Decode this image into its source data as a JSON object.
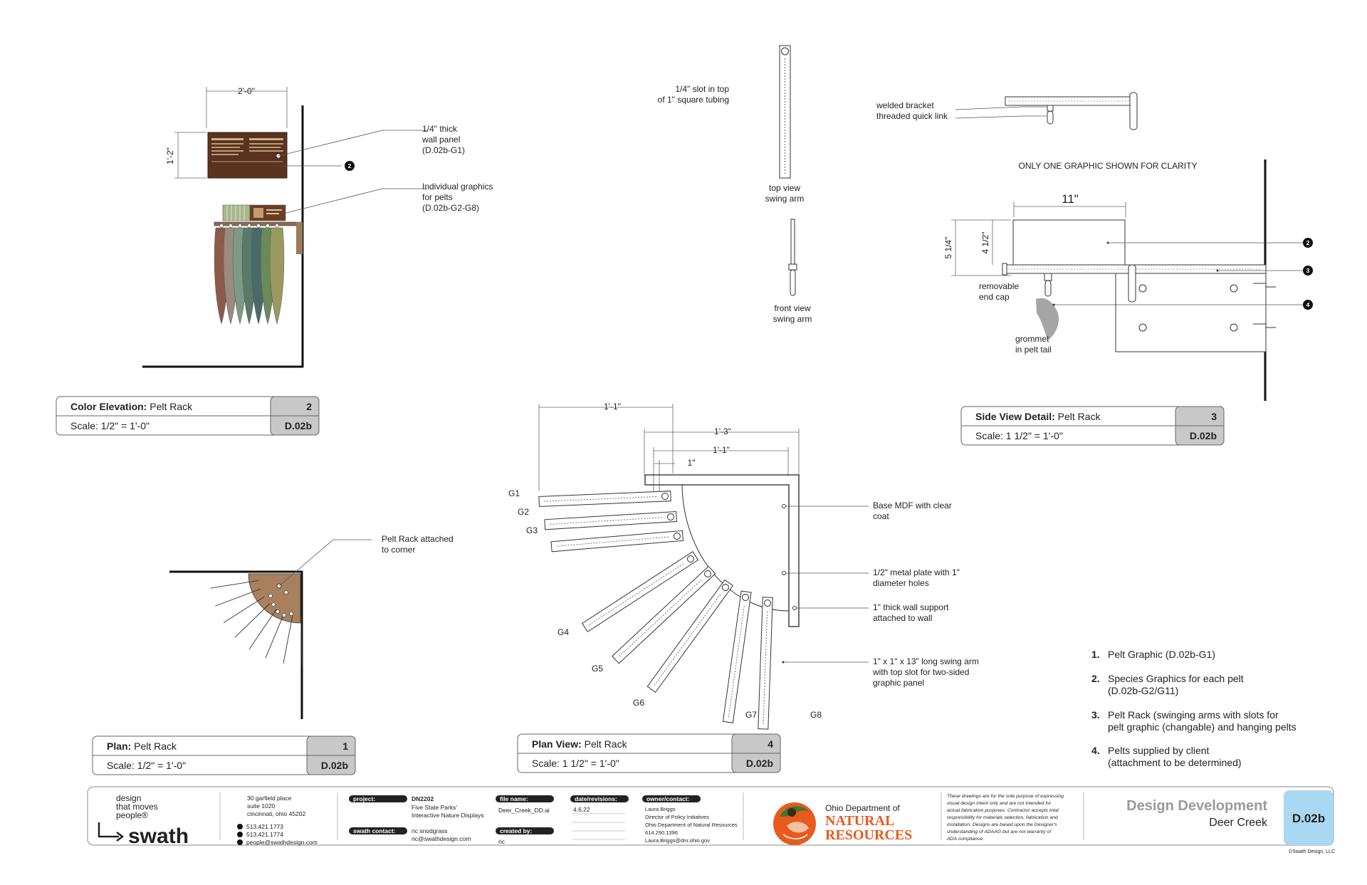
{
  "elevation": {
    "dim_width": "2'-0\"",
    "dim_height": "1'-2\"",
    "callout_panel": [
      "1/4\" thick",
      "wall panel",
      "(D.02b-G1)"
    ],
    "callout_graphics": [
      "Individual graphics",
      "for pelts",
      "(D.02b-G2-G8)"
    ],
    "marker": "2",
    "pelt_colors": [
      "#8c5a4a",
      "#9a8a80",
      "#7d9a86",
      "#5a7a68",
      "#4a6a6a",
      "#6a8a5a",
      "#9a9a60"
    ]
  },
  "swing_arm": {
    "slot_note": [
      "1/4\" slot in top",
      "of 1\" square tubing"
    ],
    "top_view_label": [
      "top view",
      "swing arm"
    ],
    "front_view_label": [
      "front view",
      "swing arm"
    ]
  },
  "side_detail": {
    "bracket_note": [
      "welded bracket",
      "threaded quick link"
    ],
    "clarity_note": "ONLY ONE GRAPHIC SHOWN FOR CLARITY",
    "dim_width": "11\"",
    "dim_outer": "5 1/4\"",
    "dim_inner": "4 1/2\"",
    "end_cap": [
      "removable",
      "end cap"
    ],
    "grommet": [
      "grommet",
      "in pelt tail"
    ],
    "markers": [
      "2",
      "3",
      "4"
    ]
  },
  "plan_small": {
    "callout": [
      "Pelt Rack attached",
      "to corner"
    ]
  },
  "plan_view": {
    "dim_1": "1'-1\"",
    "dim_2": "1'-3\"",
    "dim_3": "1'-1\"",
    "dim_4": "1\"",
    "arms": [
      "G1",
      "G2",
      "G3",
      "G4",
      "G5",
      "G6",
      "G7",
      "G8"
    ],
    "note_base": [
      "Base MDF with clear",
      "coat"
    ],
    "note_plate": [
      "1/2\" metal plate with 1\"",
      "diameter holes"
    ],
    "note_support": [
      "1\" thick wall support",
      "attached to wall"
    ],
    "note_arm": [
      "1\" x 1\" x 13\" long swing arm",
      "with top slot for two-sided",
      "graphic panel"
    ]
  },
  "title_blocks": [
    {
      "title_bold": "Color Elevation:",
      "title": " Pelt Rack",
      "scale": "Scale: 1/2\" = 1'-0\"",
      "number": "2",
      "sheet": "D.02b"
    },
    {
      "title_bold": "Side View Detail:",
      "title": " Pelt Rack",
      "scale": "Scale: 1 1/2\" = 1'-0\"",
      "number": "3",
      "sheet": "D.02b"
    },
    {
      "title_bold": "Plan:",
      "title": " Pelt Rack",
      "scale": "Scale: 1/2\" = 1'-0\"",
      "number": "1",
      "sheet": "D.02b"
    },
    {
      "title_bold": "Plan View:",
      "title": " Pelt Rack",
      "scale": "Scale: 1 1/2\" = 1'-0\"",
      "number": "4",
      "sheet": "D.02b"
    }
  ],
  "legend": [
    {
      "num": "1.",
      "lines": [
        "Pelt Graphic (D.02b-G1)"
      ]
    },
    {
      "num": "2.",
      "lines": [
        "Species Graphics for each pelt",
        "(D.02b-G2/G11)"
      ]
    },
    {
      "num": "3.",
      "lines": [
        "Pelt Rack (swinging arms with slots for",
        "pelt graphic (changable) and hanging pelts"
      ]
    },
    {
      "num": "4.",
      "lines": [
        "Pelts supplied by client",
        "(attachment to be determined)"
      ]
    }
  ],
  "footer": {
    "tagline": [
      "design",
      "that moves",
      "people®"
    ],
    "brand": "swath",
    "address": [
      "30 garfield place",
      "suite 1020",
      "cincinnati, ohio 45202"
    ],
    "phone": "513.421.1773",
    "fax": "513.421.1774",
    "email": "people@swathdesign.com",
    "project_label": "project:",
    "project_code": "DN2202",
    "project_lines": [
      "Five State Parks'",
      "Interactive Nature Displays"
    ],
    "swath_contact_label": "swath contact:",
    "swath_contact": [
      "ric snodgrass",
      "ric@swathdesign.com"
    ],
    "file_label": "file name:",
    "file_name": "Deer_Creek_DD.ai",
    "created_label": "created by:",
    "created_by": "ric",
    "date_label": "date/revisions:",
    "date": "4.6.22",
    "owner_label": "owner/contact:",
    "owner": [
      "Laura Briggs",
      "Director of Policy Initiatives",
      "Ohio Department of Natural Resources",
      "614.290.1396",
      "Laura.Briggs@dnr.ohio.gov"
    ],
    "odnr_top": "Ohio Department of",
    "odnr_main": [
      "NATURAL",
      "RESOURCES"
    ],
    "disclaimer": [
      "These drawings are for the sole purpose of expressing",
      "visual design intent only and are not intended for",
      "actual fabrication purposes. Contractor accepts total",
      "responsibility for materials selection, fabrication and",
      "installation. Designs are based upon the Designer's",
      "understanding of ADAAG but are not warranty of",
      "ADA compliance."
    ],
    "phase": "Design Development",
    "site": "Deer Creek",
    "sheet": "D.02b",
    "copyright": "©Swath Design, LLC"
  },
  "colors": {
    "accent_blue": "#a9d8f2",
    "title_gray": "#c8c8c8",
    "odnr_orange": "#e85a1e",
    "panel_brown": "#5a3320"
  }
}
